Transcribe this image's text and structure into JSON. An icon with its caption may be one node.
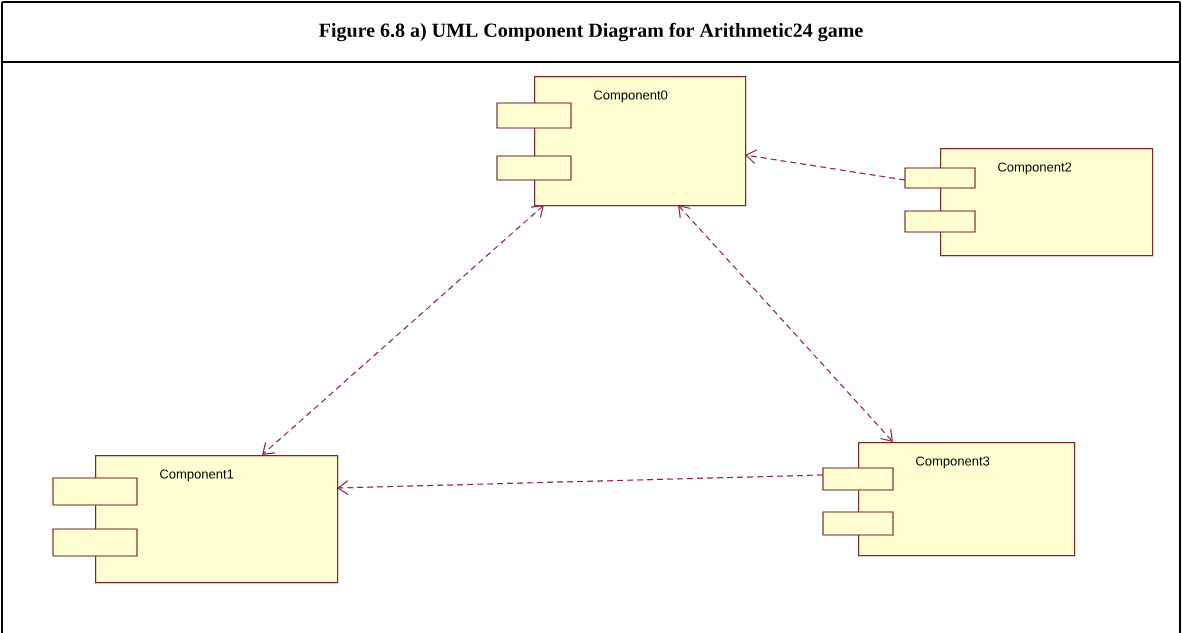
{
  "diagram": {
    "title": "Figure 6.8 a) UML Component Diagram for Arithmetic24 game",
    "nodes": [
      {
        "text": [
          "Component0"
        ]
      },
      {
        "text": [
          "Component2"
        ]
      },
      {
        "text": [
          "Component1"
        ]
      },
      {
        "text": [
          "Component3"
        ]
      }
    ],
    "edges": [
      {
        "from": 1,
        "to": 0,
        "arrow": "to",
        "style": "dashed"
      },
      {
        "from": 0,
        "to": 2,
        "arrow": "both",
        "style": "dashed"
      },
      {
        "from": 0,
        "to": 3,
        "arrow": "both",
        "style": "dashed"
      },
      {
        "from": 3,
        "to": 2,
        "arrow": "to",
        "style": "dashed"
      }
    ]
  }
}
